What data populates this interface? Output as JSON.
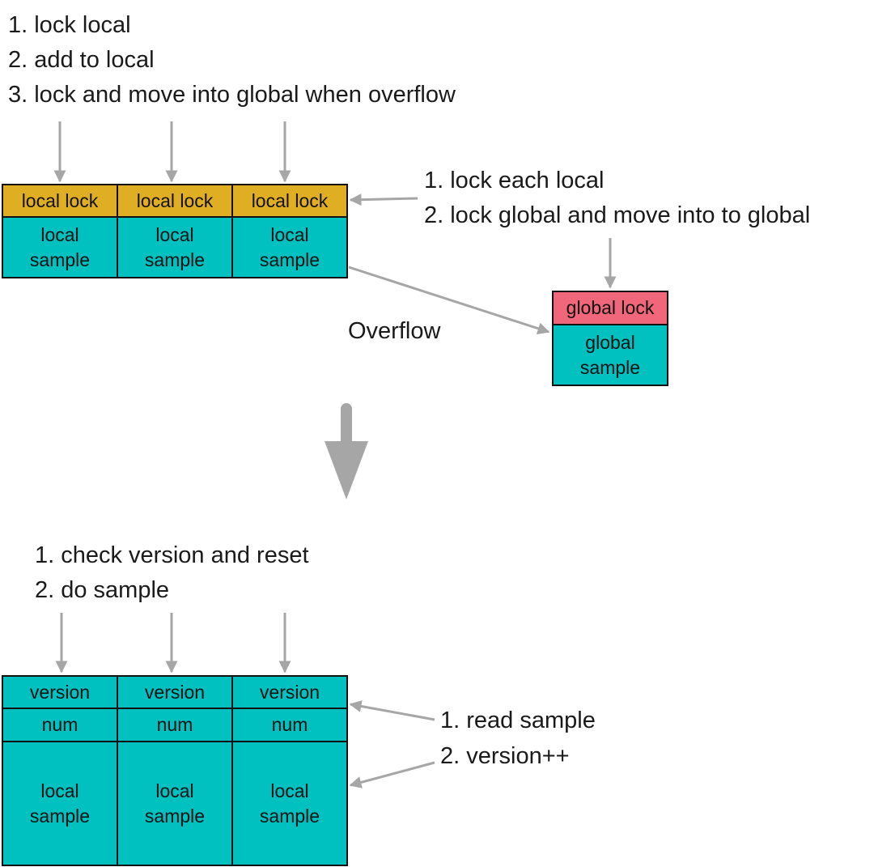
{
  "top": {
    "steps": [
      "1. lock local",
      "2. add to local",
      "3. lock and move into global when overflow"
    ],
    "right_steps": [
      "1. lock each local",
      "2. lock global and move into to global"
    ],
    "local_lock_labels": [
      "local lock",
      "local lock",
      "local lock"
    ],
    "local_sample_labels": [
      "local\nsample",
      "local\nsample",
      "local\nsample"
    ],
    "overflow_label": "Overflow",
    "global_lock_label": "global lock",
    "global_sample_label": "global\nsample"
  },
  "bottom": {
    "steps": [
      "1. check version and reset",
      "2. do sample"
    ],
    "right_steps": [
      "1. read sample",
      "2. version++"
    ],
    "version_labels": [
      "version",
      "version",
      "version"
    ],
    "num_labels": [
      "num",
      "num",
      "num"
    ],
    "local_sample_labels": [
      "local\nsample",
      "local\nsample",
      "local\nsample"
    ]
  },
  "colors": {
    "local_lock": "#e0ae22",
    "sample": "#00c0c0",
    "global_lock": "#f0667a",
    "arrow": "#a6a6a6"
  }
}
